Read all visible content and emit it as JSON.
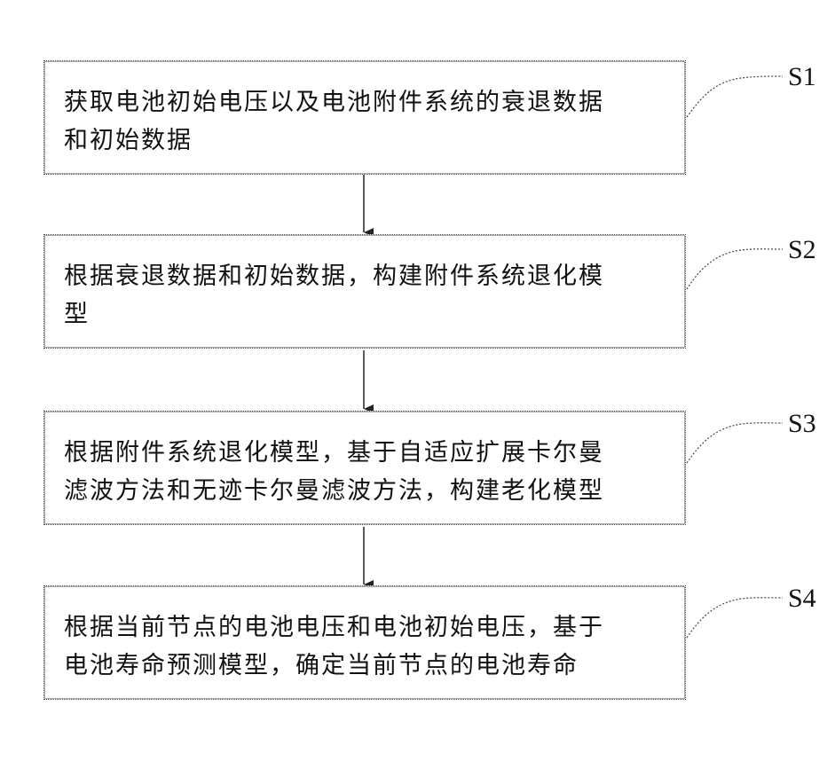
{
  "steps": [
    {
      "id": "S1",
      "text": "获取电池初始电压以及电池附件系统的衰退数据\n和初始数据"
    },
    {
      "id": "S2",
      "text": "根据衰退数据和初始数据，构建附件系统退化模\n型"
    },
    {
      "id": "S3",
      "text": "根据附件系统退化模型，基于自适应扩展卡尔曼\n滤波方法和无迹卡尔曼滤波方法，构建老化模型"
    },
    {
      "id": "S4",
      "text": "根据当前节点的电池电压和电池初始电压，基于\n电池寿命预测模型，确定当前节点的电池寿命"
    }
  ],
  "colors": {
    "line": "#222222",
    "border": "#444444"
  }
}
